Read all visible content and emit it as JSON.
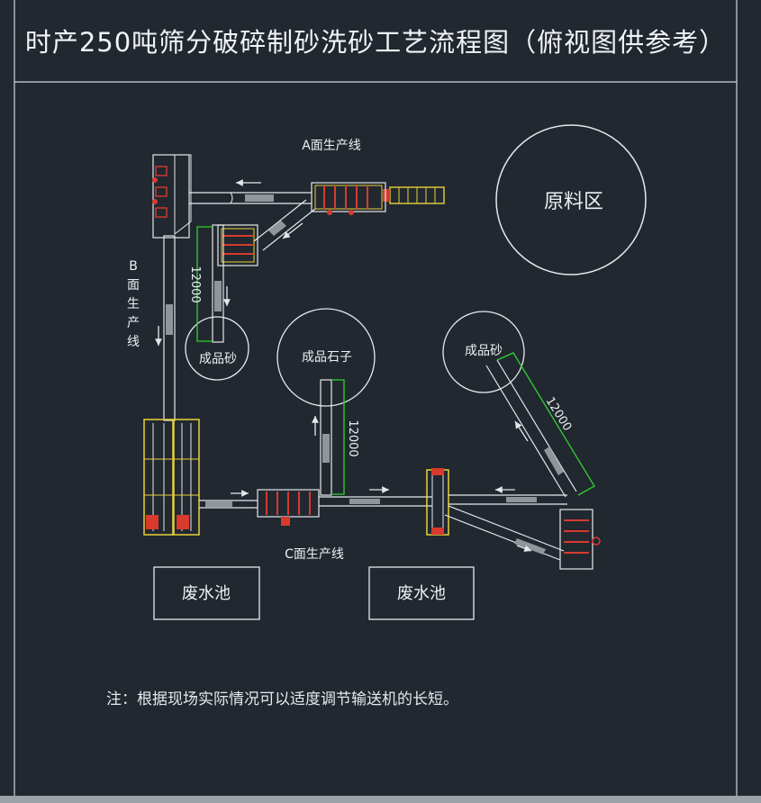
{
  "title": "时产250吨筛分破碎制砂洗砂工艺流程图（俯视图供参考）",
  "zones": {
    "raw_material": "原料区",
    "finished_sand_left": "成品砂",
    "finished_stone": "成品石子",
    "finished_sand_right": "成品砂",
    "waste_pool_left": "废水池",
    "waste_pool_right": "废水池"
  },
  "lines": {
    "a_line": "A面生产线",
    "b_line": [
      "B",
      "面",
      "生",
      "产",
      "线"
    ],
    "c_line": "C面生产线"
  },
  "dimensions": {
    "left": "12000",
    "middle": "12000",
    "right": "12000"
  },
  "note": "注：根据现场实际情况可以适度调节输送机的长短。",
  "colors": {
    "background": "#212830",
    "line_white": "#e6e9ec",
    "equipment_yellow": "#e8d23a",
    "equipment_red": "#d83a2e",
    "dimension_green": "#2fd12f"
  }
}
